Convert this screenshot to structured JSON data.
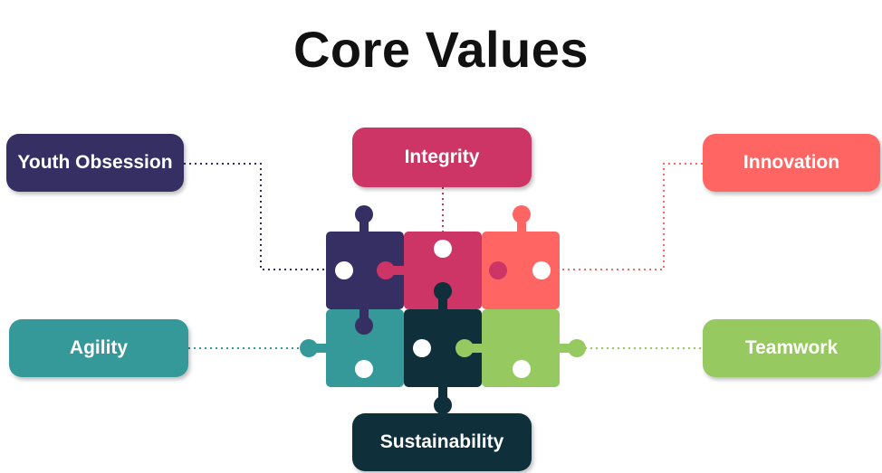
{
  "title": "Core Values",
  "values": {
    "youth_obsession": {
      "label": "Youth Obsession",
      "color": "#352f63"
    },
    "integrity": {
      "label": "Integrity",
      "color": "#cc3565"
    },
    "innovation": {
      "label": "Innovation",
      "color": "#ff6663"
    },
    "agility": {
      "label": "Agility",
      "color": "#35999a"
    },
    "teamwork": {
      "label": "Teamwork",
      "color": "#96c95f"
    },
    "sustainability": {
      "label": "Sustainability",
      "color": "#0f2f3a"
    }
  }
}
